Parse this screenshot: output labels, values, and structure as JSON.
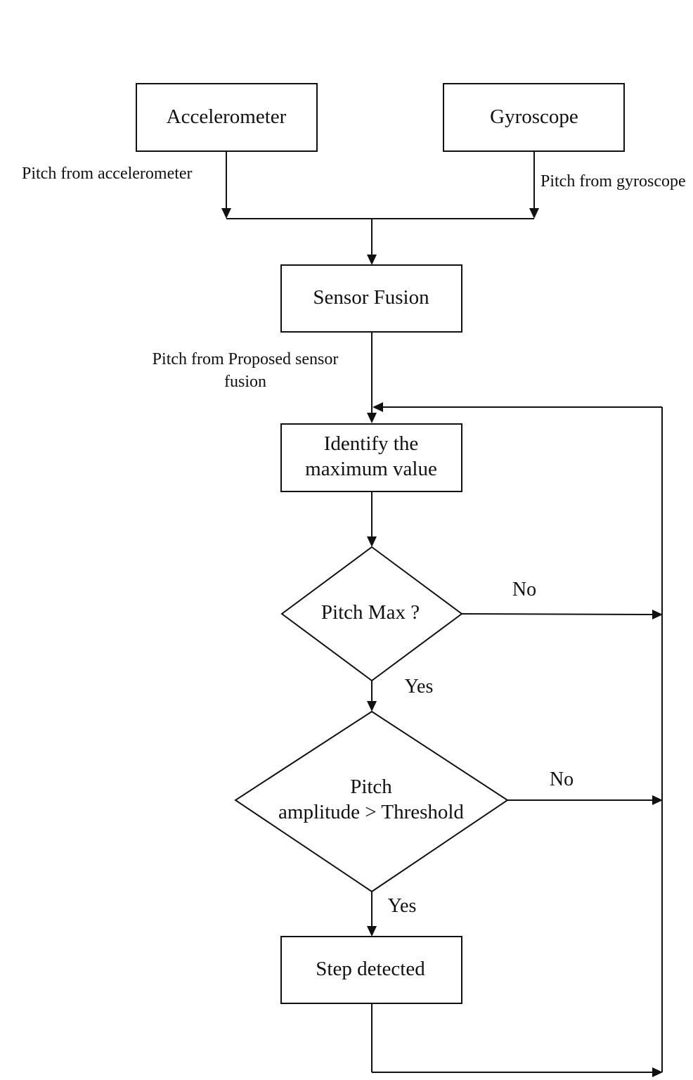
{
  "nodes": {
    "accelerometer": "Accelerometer",
    "gyroscope": "Gyroscope",
    "sensor_fusion": "Sensor Fusion",
    "identify": [
      "Identify the",
      "maximum value"
    ],
    "pitch_max": "Pitch Max ?",
    "amplitude": [
      "Pitch",
      "amplitude > Threshold"
    ],
    "step_detected": "Step detected"
  },
  "edge_labels": {
    "pitch_accel": "Pitch from accelerometer",
    "pitch_gyro": "Pitch from gyroscope",
    "pitch_fusion": [
      "Pitch from Proposed sensor",
      "fusion"
    ],
    "no_1": "No",
    "yes_1": "Yes",
    "no_2": "No",
    "yes_2": "Yes"
  },
  "colors": {
    "stroke": "#111111",
    "background": "#ffffff"
  }
}
